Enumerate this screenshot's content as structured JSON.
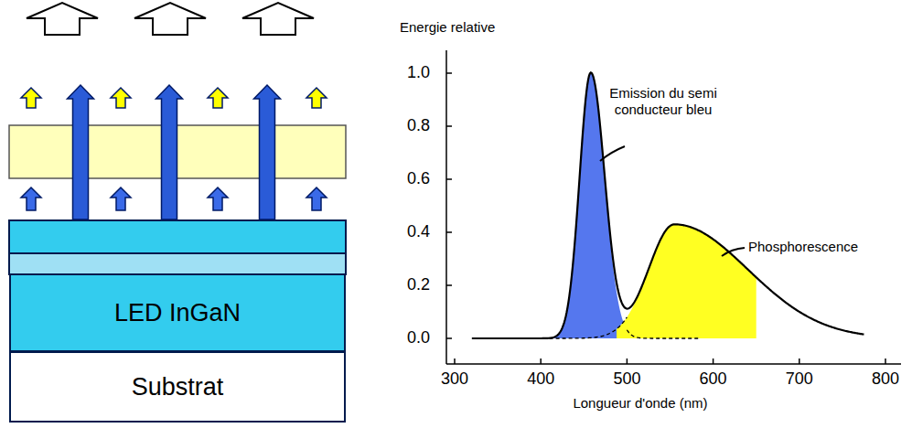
{
  "diagram": {
    "nodes": [
      {
        "text": [
          "LED InGaN"
        ]
      },
      {
        "text": [
          "Substrat"
        ]
      }
    ],
    "labels": [
      "Energie relative",
      "1.0",
      "0.8",
      "0.6",
      "0.4",
      "0.2",
      "0.0",
      "300",
      "400",
      "500",
      "600",
      "700",
      "800",
      "Longueur d'onde (nm)",
      "Emission du semi conducteur bleu",
      "Phosphorescence"
    ]
  }
}
